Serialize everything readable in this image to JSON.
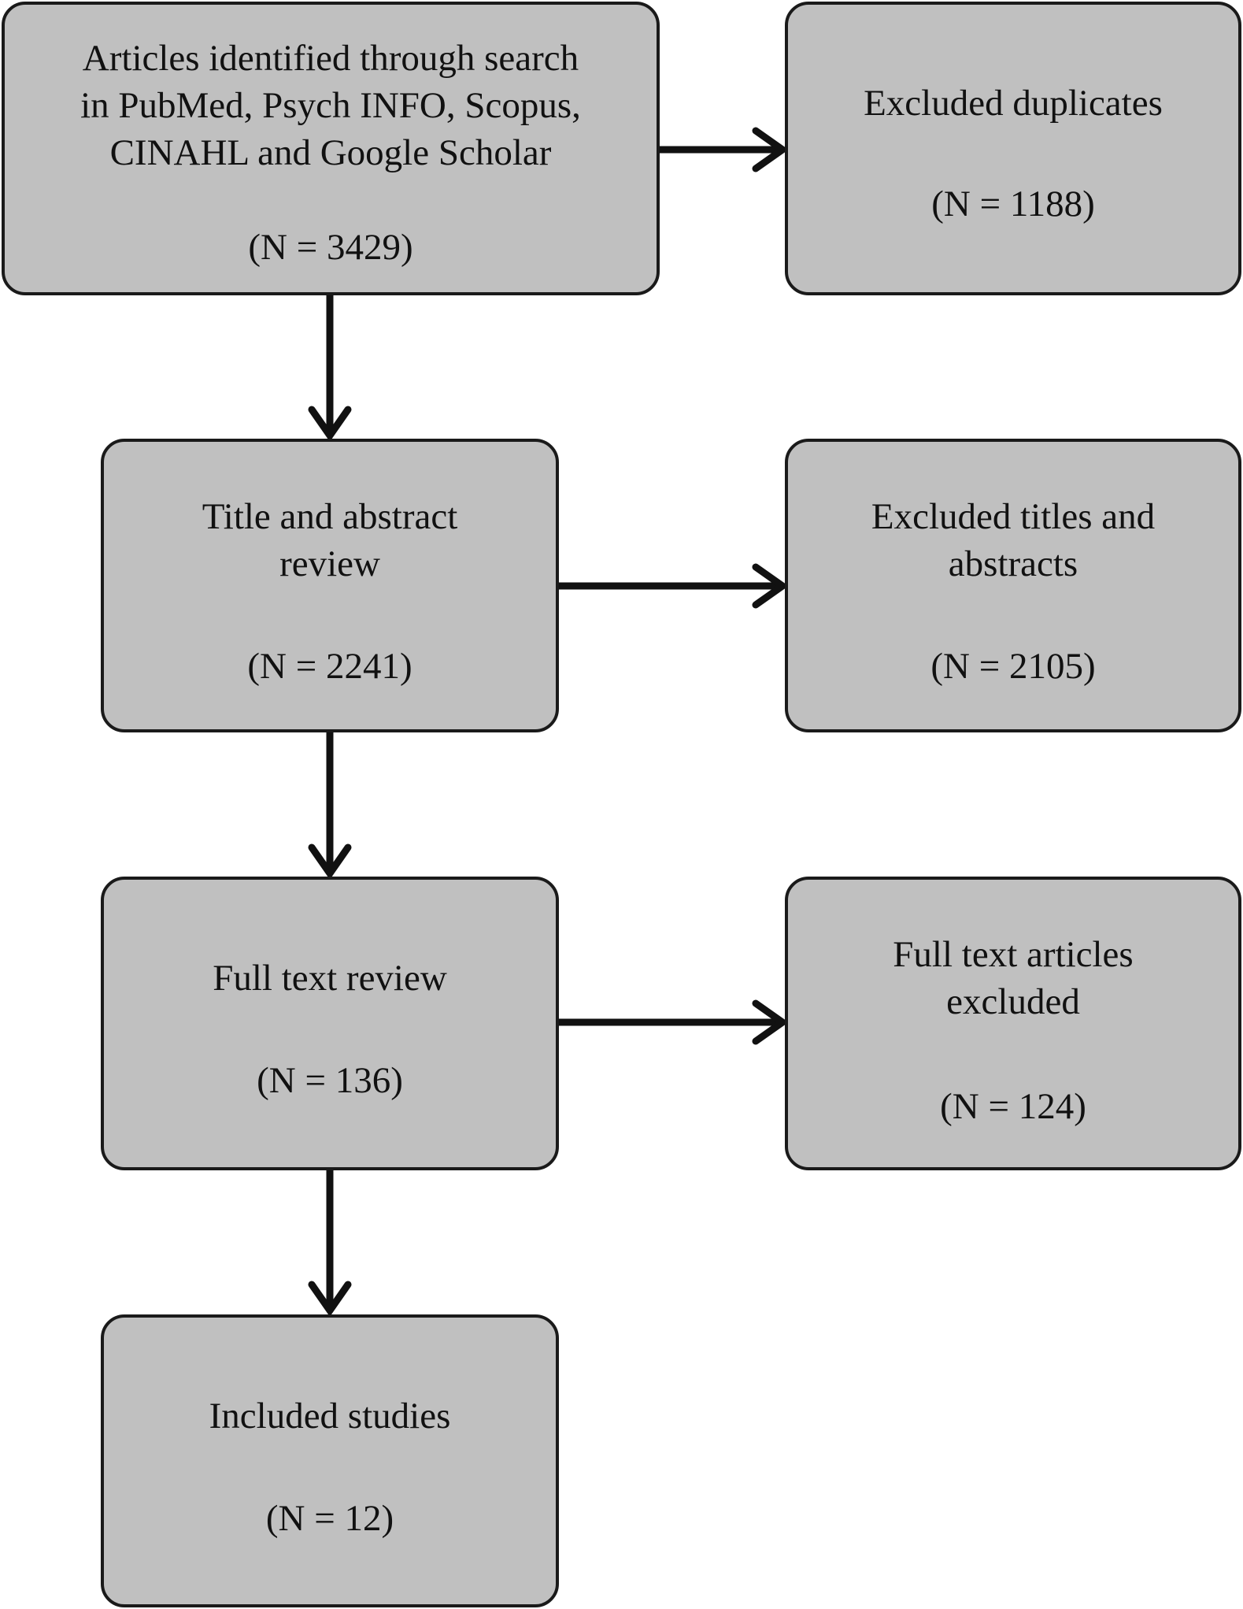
{
  "flowchart": {
    "identified": {
      "label": "Articles identified through search\nin PubMed, Psych INFO, Scopus,\nCINAHL and Google Scholar",
      "count": "(N = 3429)"
    },
    "duplicates": {
      "label": "Excluded duplicates",
      "count": "(N = 1188)"
    },
    "title_review": {
      "label": "Title and abstract\nreview",
      "count": "(N = 2241)"
    },
    "title_excluded": {
      "label": "Excluded titles and\nabstracts",
      "count": "(N = 2105)"
    },
    "fulltext_review": {
      "label": "Full text review",
      "count": "(N = 136)"
    },
    "fulltext_excluded": {
      "label": "Full text articles\nexcluded",
      "count": "(N = 124)"
    },
    "included": {
      "label": "Included studies",
      "count": "(N = 12)"
    }
  },
  "colors": {
    "box_fill": "#c0c0c0",
    "box_border": "#1a1a1a",
    "arrow": "#111111"
  }
}
